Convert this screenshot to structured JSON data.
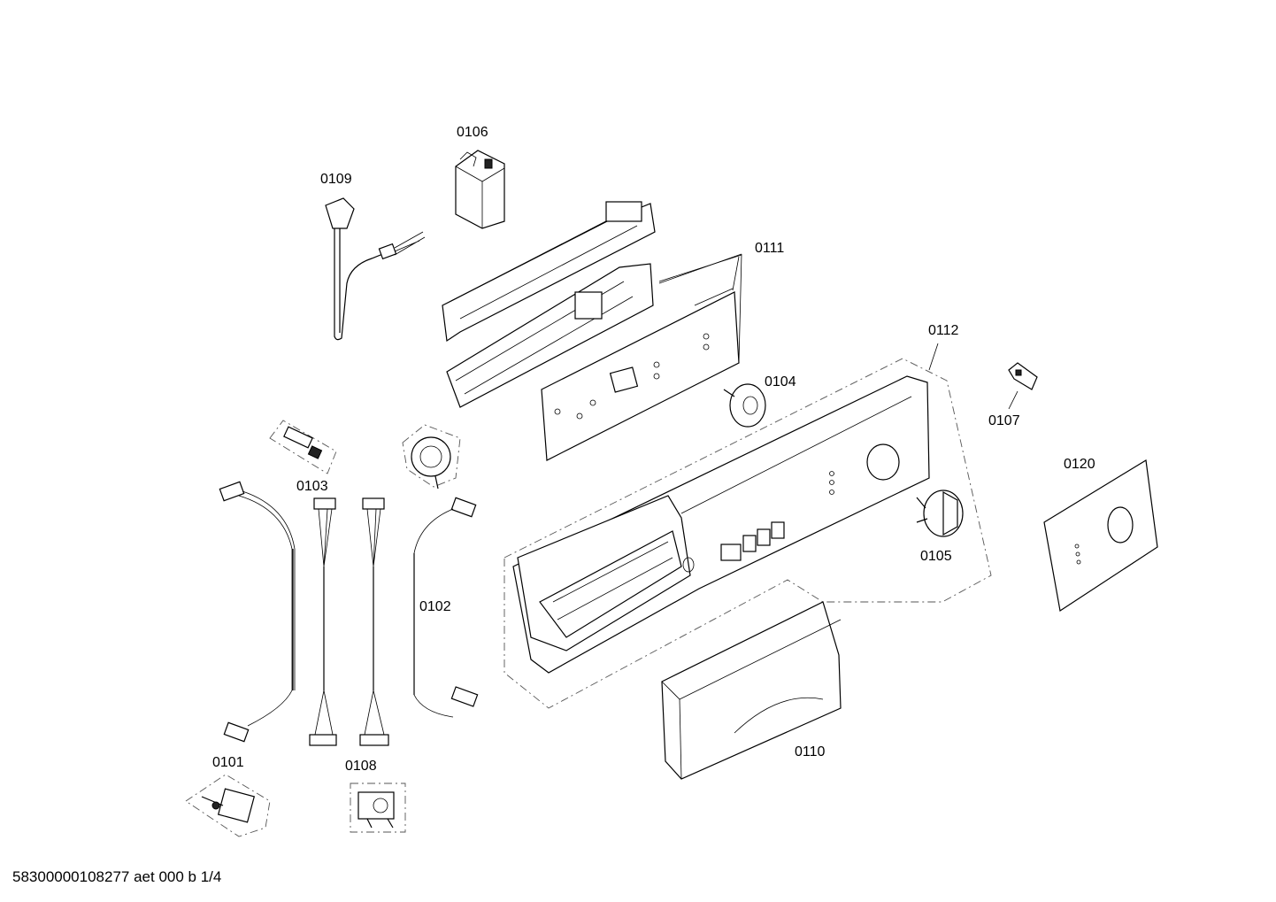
{
  "parts": [
    {
      "id": "p0101",
      "label": "0101"
    },
    {
      "id": "p0102",
      "label": "0102"
    },
    {
      "id": "p0103",
      "label": "0103"
    },
    {
      "id": "p0104",
      "label": "0104"
    },
    {
      "id": "p0105",
      "label": "0105"
    },
    {
      "id": "p0106",
      "label": "0106"
    },
    {
      "id": "p0107",
      "label": "0107"
    },
    {
      "id": "p0108",
      "label": "0108"
    },
    {
      "id": "p0109",
      "label": "0109"
    },
    {
      "id": "p0110",
      "label": "0110"
    },
    {
      "id": "p0111",
      "label": "0111"
    },
    {
      "id": "p0112",
      "label": "0112"
    },
    {
      "id": "p0120",
      "label": "0120"
    }
  ],
  "footer": "58300000108277 aet 000 b 1/4"
}
